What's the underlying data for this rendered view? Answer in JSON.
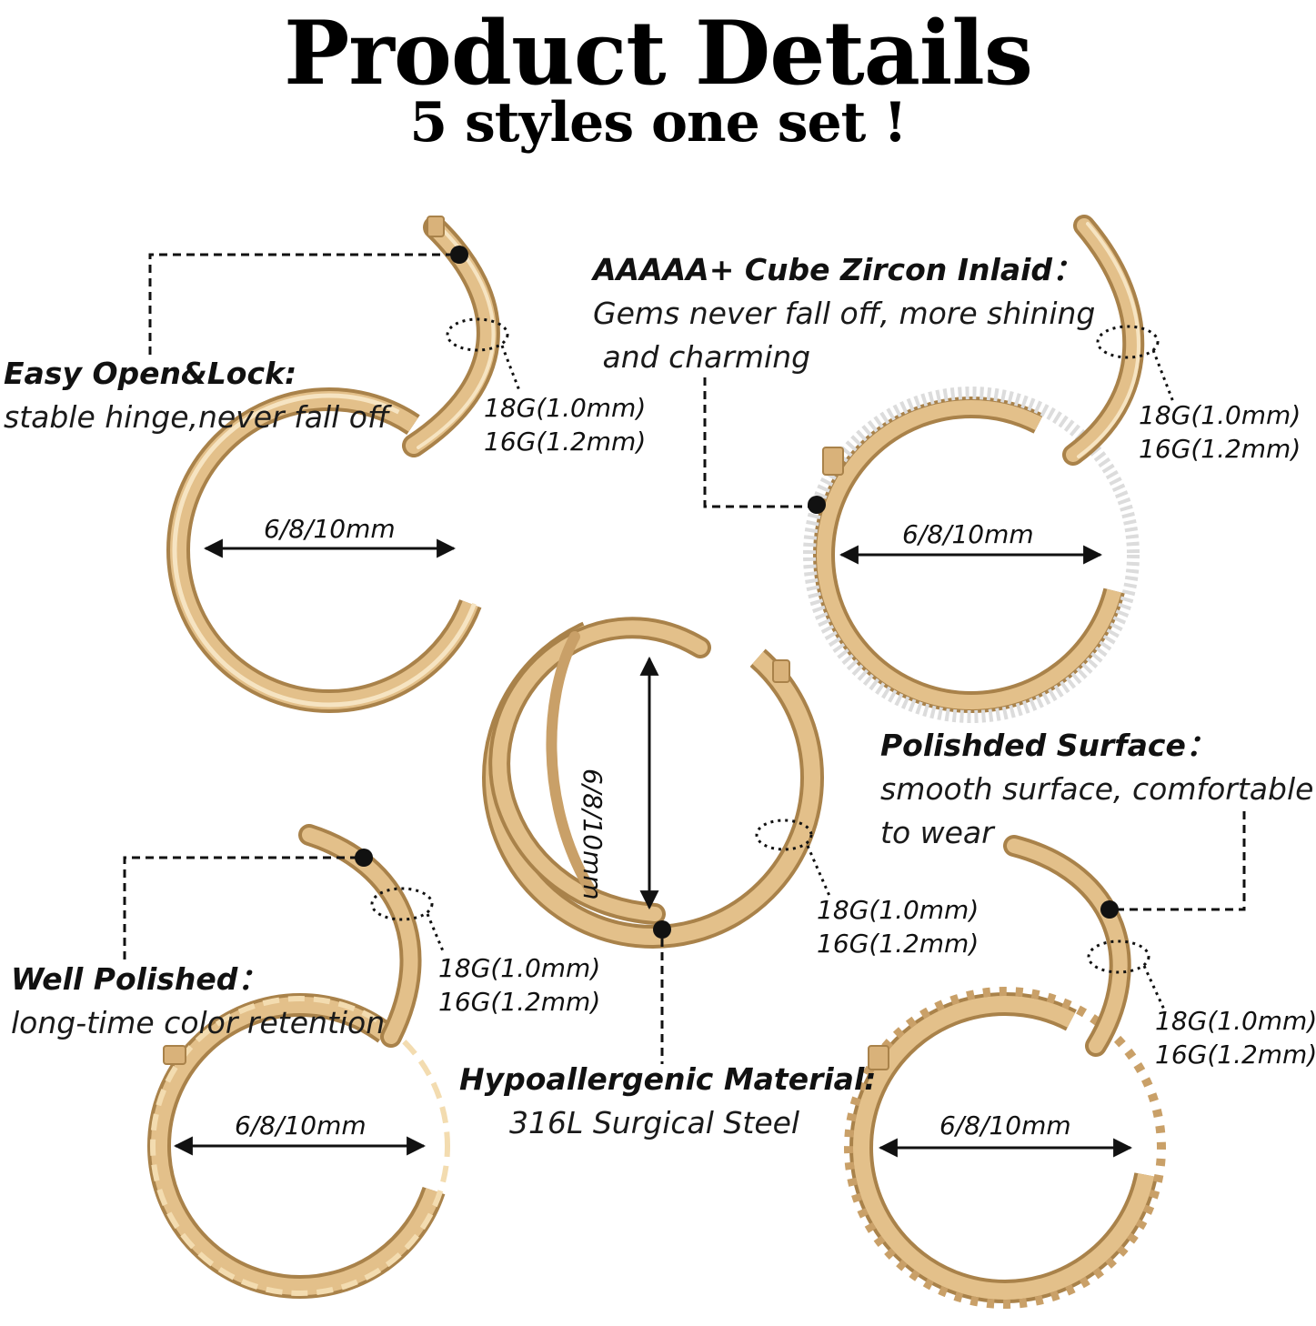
{
  "header": {
    "title": "Product Details",
    "subtitle": "5 styles one set !"
  },
  "features": [
    {
      "heading": "Easy Open&Lock:",
      "lines": [
        "stable hinge,never fall off"
      ]
    },
    {
      "heading": "AAAAA+ Cube Zircon Inlaid：",
      "lines": [
        "Gems never fall off, more shining",
        " and charming"
      ]
    },
    {
      "heading": "Polishded Surface：",
      "lines": [
        "smooth surface, comfortable",
        "to wear"
      ]
    },
    {
      "heading": "Well Polished：",
      "lines": [
        "long-time color retention"
      ]
    },
    {
      "heading": "Hypoallergenic Material:",
      "lines": [
        "316L Surgical Steel"
      ]
    }
  ],
  "rings": [
    {
      "style": "plain hinged",
      "size": "6/8/10mm",
      "gauge": [
        "18G(1.0mm)",
        "16G(1.2mm)"
      ]
    },
    {
      "style": "zircon inlaid",
      "size": "6/8/10mm",
      "gauge": [
        "18G(1.0mm)",
        "16G(1.2mm)"
      ]
    },
    {
      "style": "double hoop",
      "size": "6/8/10mm",
      "gauge": [
        "18G(1.0mm)",
        "16G(1.2mm)"
      ]
    },
    {
      "style": "faceted",
      "size": "6/8/10mm",
      "gauge": [
        "18G(1.0mm)",
        "16G(1.2mm)"
      ]
    },
    {
      "style": "beaded edge",
      "size": "6/8/10mm",
      "gauge": [
        "18G(1.0mm)",
        "16G(1.2mm)"
      ]
    }
  ],
  "colors": {
    "gold": "#d9b27a",
    "gold_light": "#f4dfb8",
    "gold_dark": "#a9824a",
    "ink": "#111111"
  }
}
